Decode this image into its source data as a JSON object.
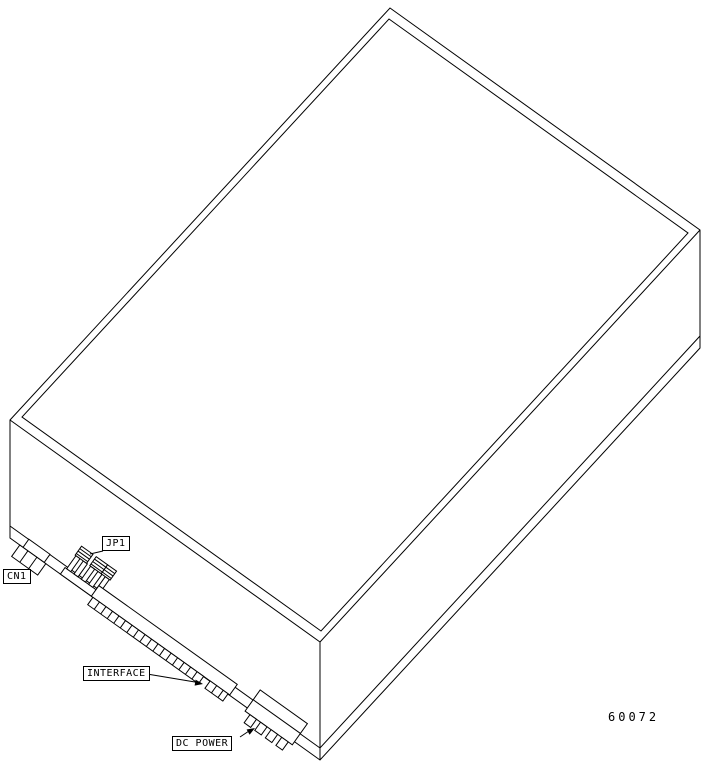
{
  "figure": {
    "labels": {
      "cn1": "CN1",
      "jp1": "JP1",
      "interface": "INTERFACE",
      "dc_power": "DC POWER"
    },
    "figure_number": "60072",
    "colors": {
      "line": "#000000",
      "background": "#ffffff"
    }
  }
}
